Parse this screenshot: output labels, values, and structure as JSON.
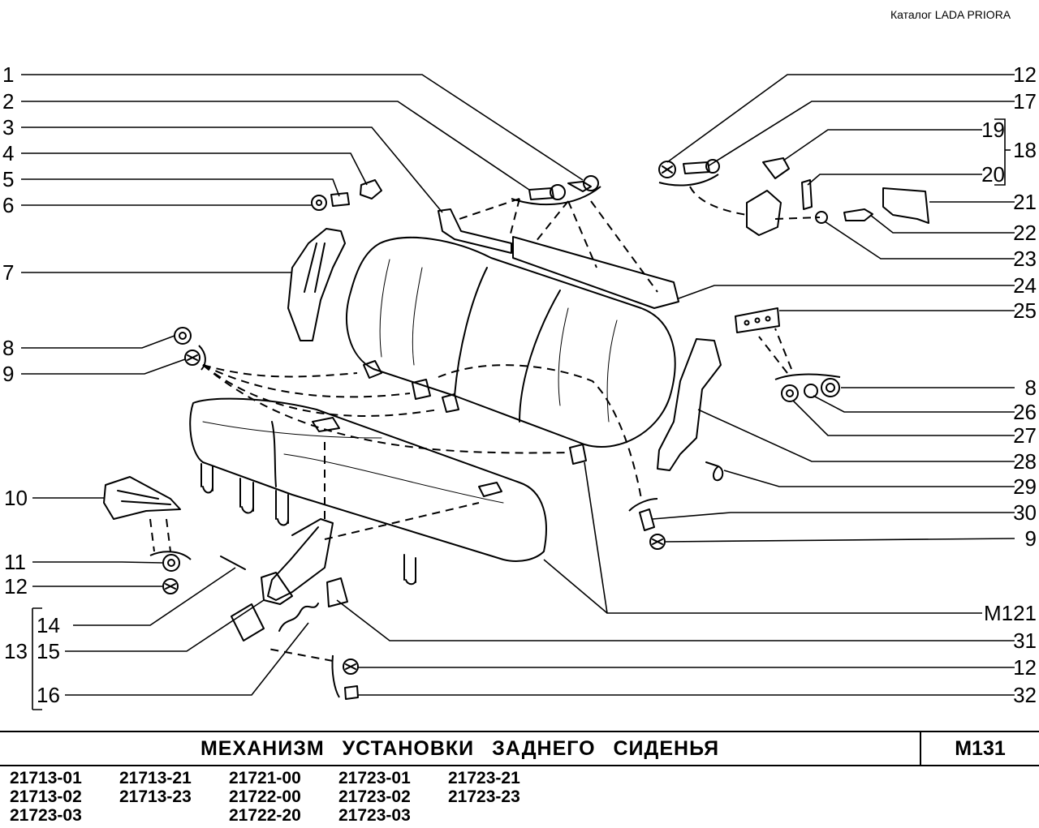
{
  "catalog_header": "Каталог  LADA  PRIORA",
  "title": "МЕХАНИЗМ   УСТАНОВКИ   ЗАДНЕГО   СИДЕНЬЯ",
  "code": "M131",
  "callouts_left": [
    "1",
    "2",
    "3",
    "4",
    "5",
    "6",
    "7",
    "8",
    "9",
    "10",
    "11",
    "12",
    "14",
    "13",
    "15",
    "16"
  ],
  "callouts_right": [
    "12",
    "17",
    "19",
    "18",
    "20",
    "21",
    "22",
    "23",
    "24",
    "25",
    "8",
    "26",
    "27",
    "28",
    "29",
    "30",
    "9",
    "M121",
    "31",
    "12",
    "32"
  ],
  "models": [
    "21713-01",
    "21713-21",
    "21721-00",
    "21723-01",
    "21723-21",
    "21713-02",
    "21713-23",
    "21722-00",
    "21723-02",
    "21723-23",
    "21723-03",
    "",
    "21722-20",
    "21723-03",
    ""
  ]
}
